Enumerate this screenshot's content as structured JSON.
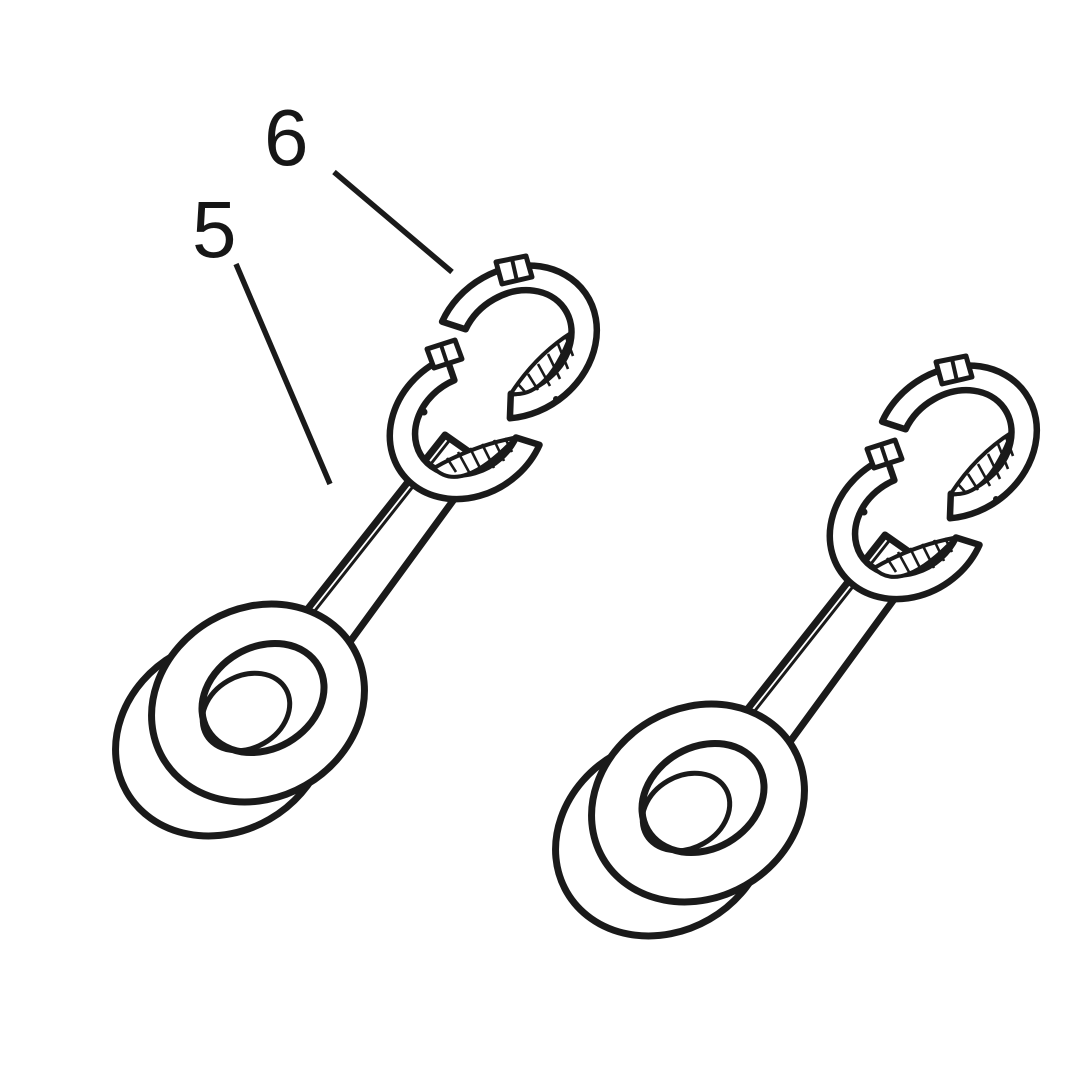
{
  "figure": {
    "type": "exploded-parts-diagram",
    "background": "#ffffff",
    "line_color": "#1a1a1a",
    "labels": [
      {
        "text": "5",
        "points_to": "connecting-rod"
      },
      {
        "text": "6",
        "points_to": "bearing-shell-set"
      }
    ],
    "parts": [
      {
        "name": "connecting-rod-left"
      },
      {
        "name": "connecting-rod-right"
      }
    ]
  }
}
